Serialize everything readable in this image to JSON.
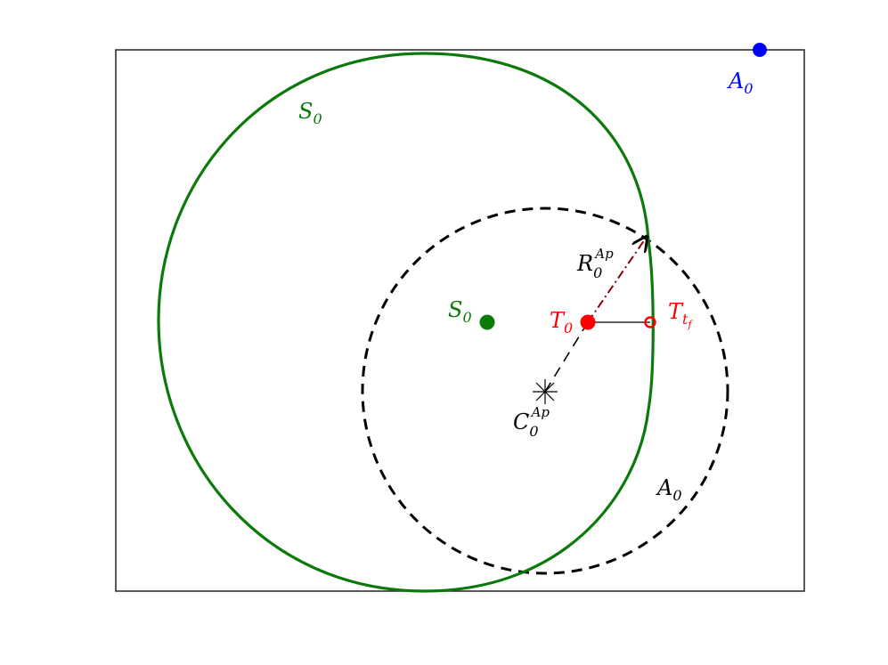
{
  "colors": {
    "green": "#0b7a0b",
    "black": "#000000",
    "red": "#ff0000",
    "blue": "#0000ff",
    "darkred": "#8b0000"
  },
  "labels": {
    "S0_curve": {
      "main": "S",
      "sub": "0"
    },
    "A0_point": {
      "main": "A",
      "sub": "0"
    },
    "S0_point": {
      "main": "S",
      "sub": "0"
    },
    "T0": {
      "main": "T",
      "sub": "0"
    },
    "Ttf": {
      "main": "T",
      "sub": "t",
      "subsub": "f"
    },
    "R0Ap": {
      "main": "R",
      "sub": "0",
      "sup": "Ap"
    },
    "C0Ap": {
      "main": "C",
      "sub": "0",
      "sup": "Ap"
    },
    "A0_circle": {
      "main": "A",
      "sub": "0"
    }
  }
}
